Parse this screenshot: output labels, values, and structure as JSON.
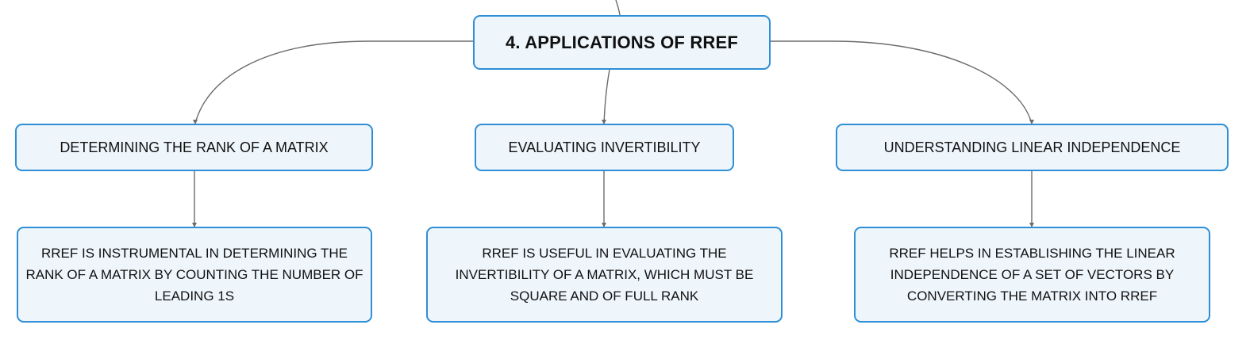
{
  "root": {
    "label": "4. APPLICATIONS OF RREF"
  },
  "branches": [
    {
      "label": "DETERMINING THE RANK OF A MATRIX",
      "detail": "RREF IS INSTRUMENTAL IN DETERMINING THE RANK OF A MATRIX BY COUNTING THE NUMBER OF LEADING 1S"
    },
    {
      "label": "EVALUATING INVERTIBILITY",
      "detail": "RREF IS USEFUL IN EVALUATING THE INVERTIBILITY OF A MATRIX, WHICH MUST BE SQUARE AND OF FULL RANK"
    },
    {
      "label": "UNDERSTANDING LINEAR INDEPENDENCE",
      "detail": "RREF HELPS IN ESTABLISHING THE LINEAR INDEPENDENCE OF A SET OF VECTORS BY CONVERTING THE MATRIX INTO RREF"
    }
  ],
  "colors": {
    "node_fill": "#eef6fc",
    "node_border": "#2e8fd6",
    "connector": "#6b6b6b",
    "text": "#111111"
  }
}
